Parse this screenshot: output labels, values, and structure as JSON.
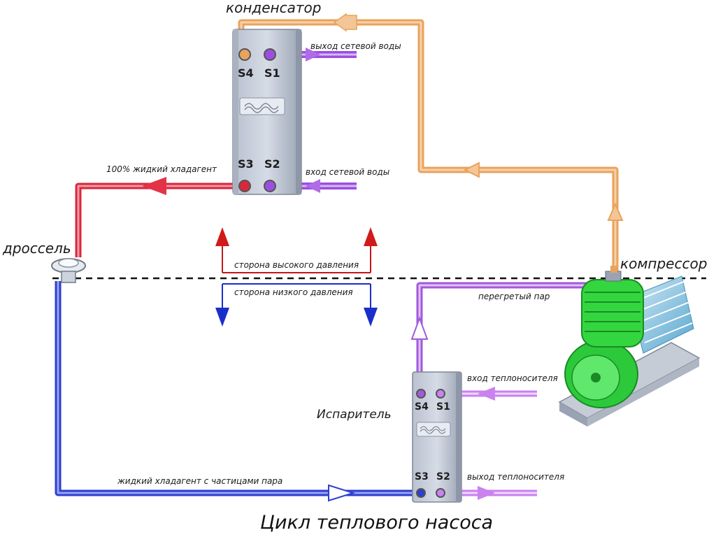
{
  "title": "Цикл теплового насоса",
  "labels": {
    "condenser": "конденсатор",
    "compressor": "компрессор",
    "throttle": "дроссель",
    "evaporator": "Испаритель",
    "network_water_out": "выход сетевой воды",
    "network_water_in": "вход сетевой воды",
    "liquid_refrigerant": "100% жидкий хладагент",
    "high_pressure_side": "сторона высокого давления",
    "low_pressure_side": "сторона низкого давления",
    "superheated_vapor": "перегретый пар",
    "coolant_in": "вход теплоносителя",
    "coolant_out": "выход теплоносителя",
    "liquid_with_vapor": "жидкий хладагент с частицами пара"
  },
  "ports": {
    "condenser": [
      "S4",
      "S1",
      "S3",
      "S2"
    ],
    "evaporator": [
      "S4",
      "S1",
      "S3",
      "S2"
    ]
  },
  "colors": {
    "hot_gas": "#e9a35c",
    "hot_liquid": "#d8283c",
    "cold_liquid": "#2f3fd0",
    "vapor_line": "#a25adb",
    "water_line": "#9a4fe0",
    "compressor": "#33d63f",
    "arrow_high": "#d11a1a",
    "arrow_low": "#1a2fc9"
  }
}
